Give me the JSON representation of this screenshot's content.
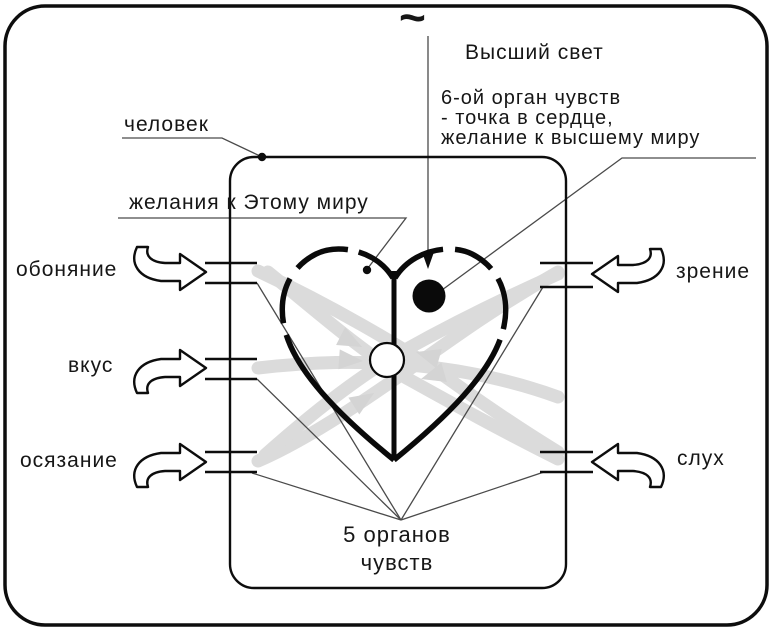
{
  "top": {
    "tilde": "~",
    "higher_light": "Высший свет"
  },
  "sixth_sense_note": {
    "line1": "6-ой орган чувств",
    "line2": "- точка в сердце,",
    "line3": "желание к высшему миру"
  },
  "person_label": "человек",
  "desires_label": "желания к Этому миру",
  "left_senses": [
    "обоняние",
    "вкус",
    "осязание"
  ],
  "right_senses": [
    "зрение",
    "слух"
  ],
  "five_senses": {
    "line1": "5 органов",
    "line2": "чувств"
  },
  "colors": {
    "ink": "#0d0d0d",
    "thin_line": "#4a4a4a",
    "flow_gray": "#dbdbdb",
    "background": "#ffffff"
  }
}
